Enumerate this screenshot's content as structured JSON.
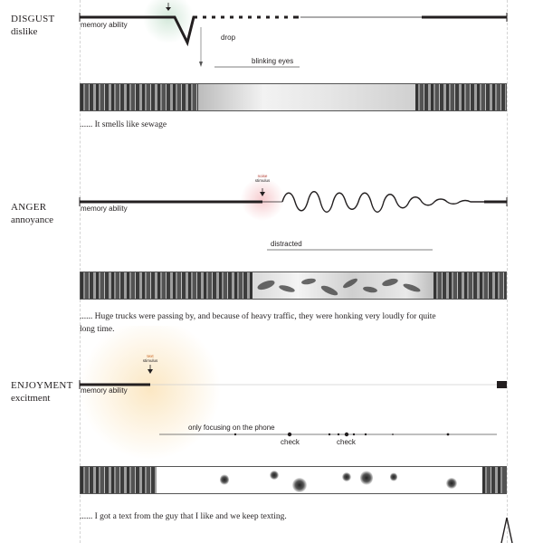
{
  "guides": {
    "color": "#d4d4d4"
  },
  "sections": [
    {
      "id": "disgust",
      "emotion": "DISGUST",
      "feeling": "dislike",
      "line_label": "memory ability",
      "event_labels": [
        "drop",
        "blinking eyes"
      ],
      "caption": "...... It smells like sewage",
      "glow_color": "#cfe6d6"
    },
    {
      "id": "anger",
      "emotion": "ANGER",
      "feeling": "annoyance",
      "line_label": "memory ability",
      "stimulus": [
        "noise",
        "stimulus"
      ],
      "stimulus_color": "#b03a2e",
      "event_labels": [
        "distracted"
      ],
      "caption_lines": [
        "...... Huge trucks were passing by, and because of heavy traffic, they were honking very loudly for quite",
        "long time."
      ],
      "glow_color": "#f6c9cc"
    },
    {
      "id": "enjoyment",
      "emotion": "ENJOYMENT",
      "feeling": "excitment",
      "line_label": "memory ability",
      "stimulus": [
        "text",
        "stimulus"
      ],
      "stimulus_color": "#c8641e",
      "event_labels": [
        "only focusing on the phone",
        "check",
        "check"
      ],
      "caption": "...... I got a text from the guy that I like and we keep texting.",
      "glow_color": "#fbe6c0"
    }
  ]
}
